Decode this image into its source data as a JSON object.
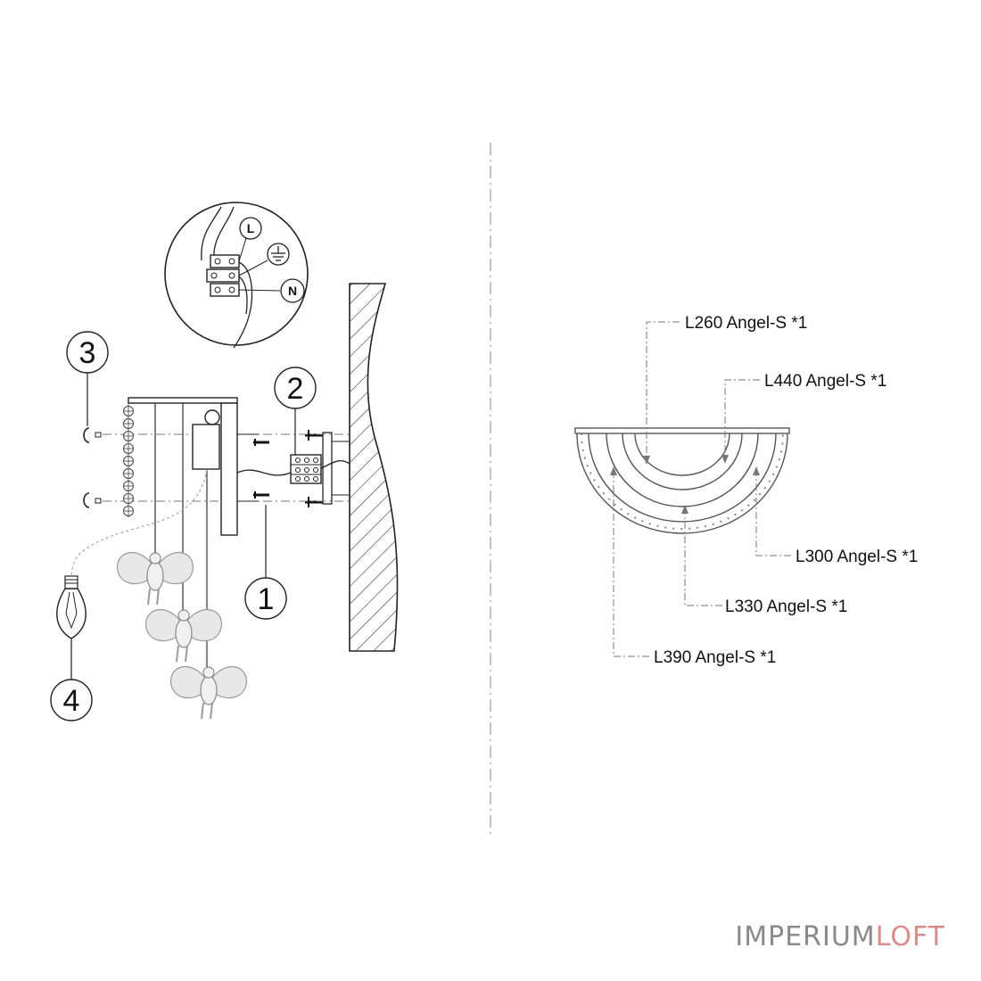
{
  "diagram": {
    "terminals": {
      "live": "L",
      "neutral": "N"
    },
    "callouts": [
      "1",
      "2",
      "3",
      "4"
    ],
    "angel_labels": [
      "L260 Angel-S *1",
      "L440 Angel-S *1",
      "L300 Angel-S *1",
      "L330 Angel-S *1",
      "L390 Angel-S *1"
    ]
  },
  "brand": {
    "part1": "IMPERIUM",
    "part2": "LOFT",
    "color1": "#8a8a8a",
    "color2": "#d98a8a"
  }
}
